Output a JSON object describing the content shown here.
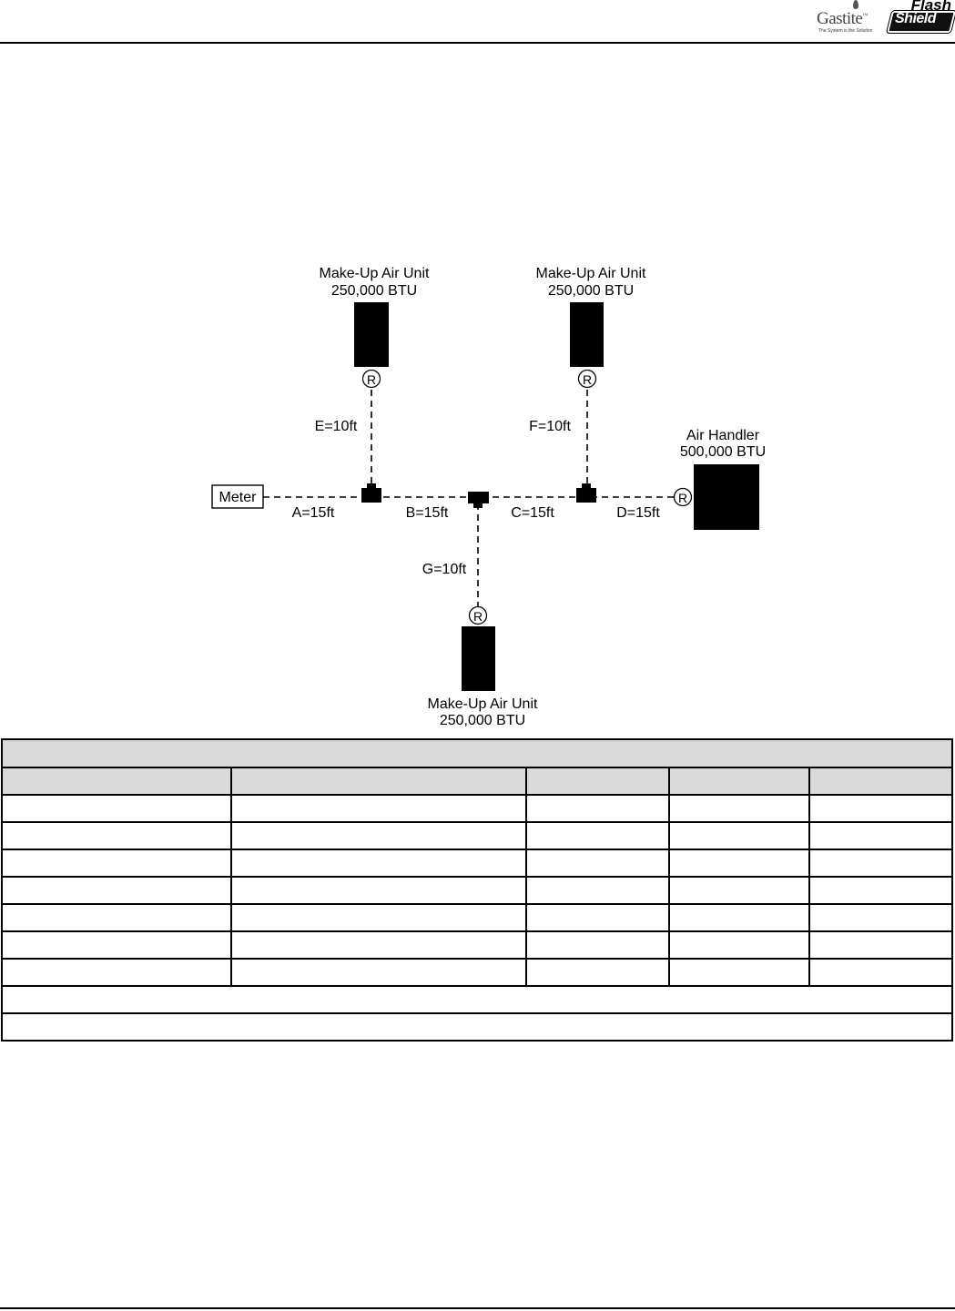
{
  "header": {
    "logo": {
      "brand": "Gastite",
      "tagline": "The System is the Solution",
      "badge_top": "Flash",
      "badge_bottom": "Shield"
    }
  },
  "diagram": {
    "meter_label": "Meter",
    "regulator_symbol": "R",
    "appliances": [
      {
        "id": "mua-top-left",
        "line1": "Make-Up Air Unit",
        "line2": "250,000 BTU"
      },
      {
        "id": "mua-top-right",
        "line1": "Make-Up Air Unit",
        "line2": "250,000 BTU"
      },
      {
        "id": "air-handler",
        "line1": "Air Handler",
        "line2": "500,000 BTU"
      },
      {
        "id": "mua-bottom",
        "line1": "Make-Up Air Unit",
        "line2": "250,000 BTU"
      }
    ],
    "segments": [
      {
        "id": "A",
        "label": "A=15ft"
      },
      {
        "id": "B",
        "label": "B=15ft"
      },
      {
        "id": "C",
        "label": "C=15ft"
      },
      {
        "id": "D",
        "label": "D=15ft"
      },
      {
        "id": "E",
        "label": "E=10ft"
      },
      {
        "id": "F",
        "label": "F=10ft"
      },
      {
        "id": "G",
        "label": "G=10ft"
      }
    ]
  },
  "sizing_table": {
    "title": "",
    "columns": [
      "",
      "",
      "",
      "",
      ""
    ],
    "rows": [
      [
        "",
        "",
        "",
        "",
        ""
      ],
      [
        "",
        "",
        "",
        "",
        ""
      ],
      [
        "",
        "",
        "",
        "",
        ""
      ],
      [
        "",
        "",
        "",
        "",
        ""
      ],
      [
        "",
        "",
        "",
        "",
        ""
      ],
      [
        "",
        "",
        "",
        "",
        ""
      ],
      [
        "",
        "",
        "",
        "",
        ""
      ]
    ],
    "footer_rows": [
      "",
      ""
    ]
  }
}
